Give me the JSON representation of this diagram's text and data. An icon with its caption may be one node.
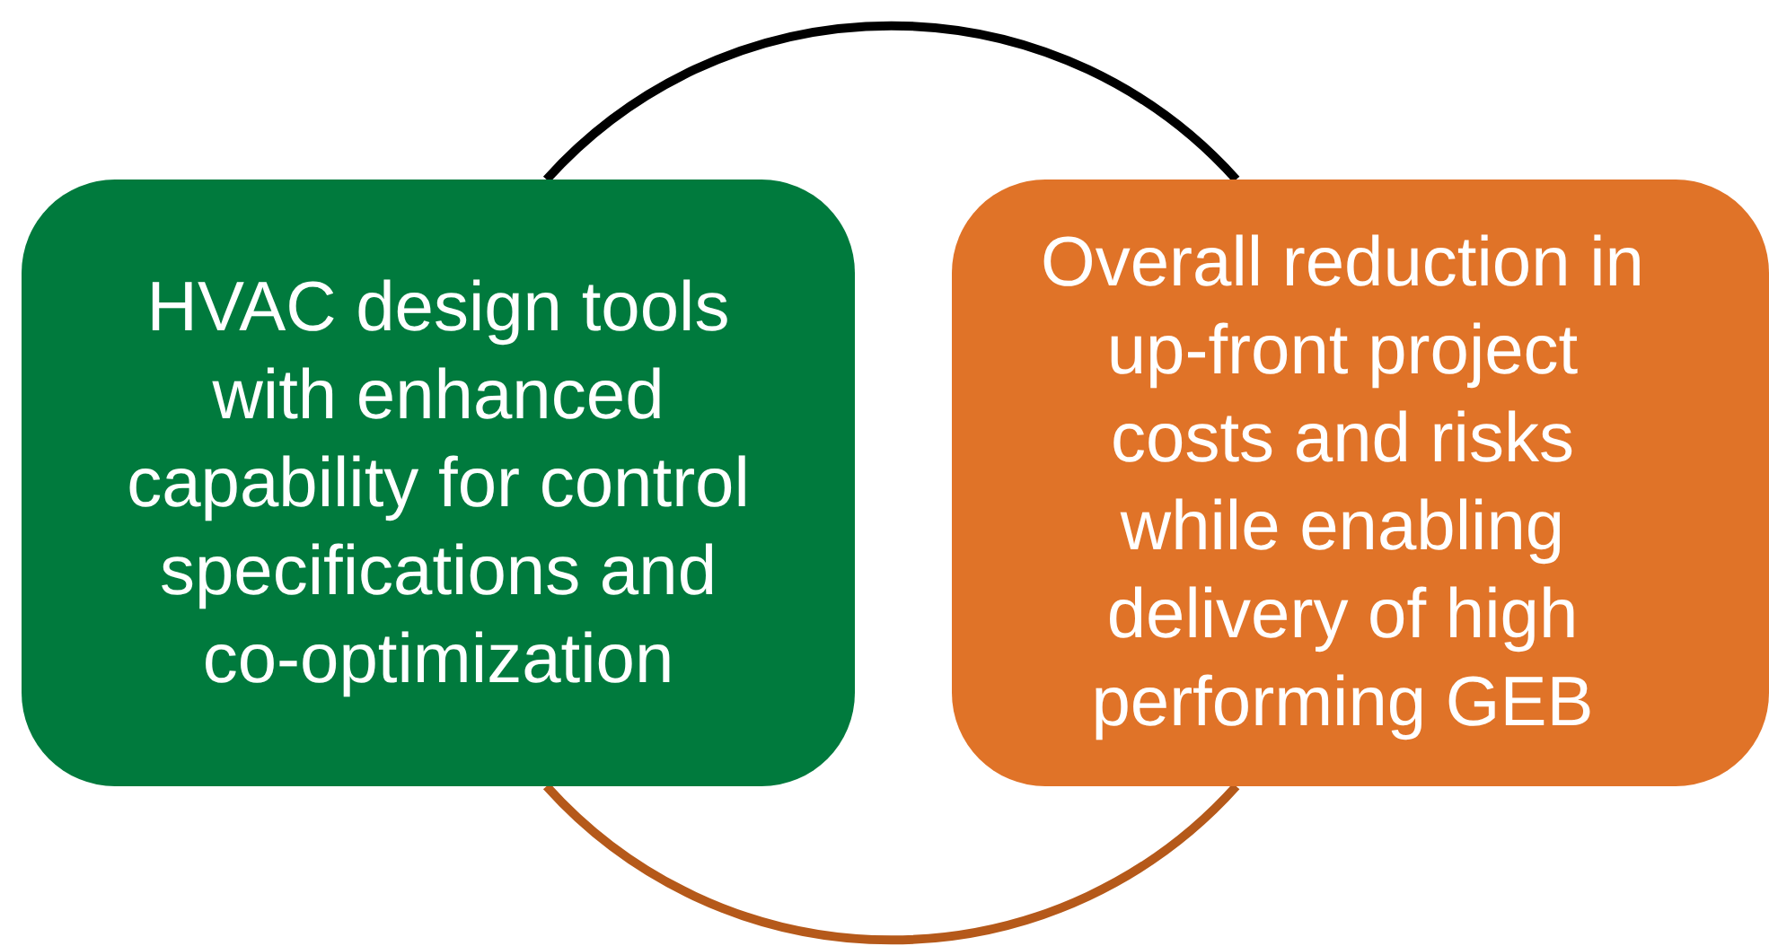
{
  "diagram": {
    "nodes": [
      {
        "text": [
          "HVAC design tools with enhanced capability for control specifications and co-optimization"
        ]
      },
      {
        "text": [
          "Overall reduction in up-front project costs and risks while enabling delivery of high performing GEB"
        ]
      }
    ],
    "edges": [
      {
        "from": 0,
        "to": 1,
        "arrow": "none",
        "color": "#000000"
      },
      {
        "from": 0,
        "to": 1,
        "arrow": "none",
        "color": "#b5591a"
      }
    ]
  }
}
